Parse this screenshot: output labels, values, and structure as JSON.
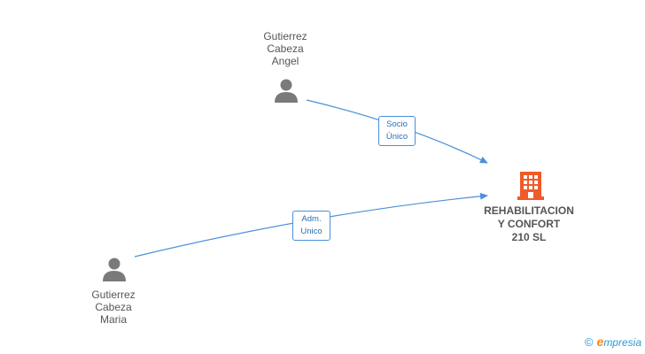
{
  "persons": [
    {
      "id": "angel",
      "label": "Gutierrez\nCabeza\nAngel"
    },
    {
      "id": "maria",
      "label": "Gutierrez\nCabeza\nMaria"
    }
  ],
  "company": {
    "label": "REHABILITACION\nY CONFORT\n210 SL",
    "color": "#f05a28"
  },
  "relations": [
    {
      "from": "angel",
      "to": "company",
      "label": "Socio\nÚnico"
    },
    {
      "from": "maria",
      "to": "company",
      "label": "Adm.\nUnico"
    }
  ],
  "colors": {
    "edge": "#4a90d9",
    "person": "#7a7a7a"
  },
  "brand": {
    "symbol": "©",
    "first_letter": "e",
    "rest": "mpresia"
  }
}
